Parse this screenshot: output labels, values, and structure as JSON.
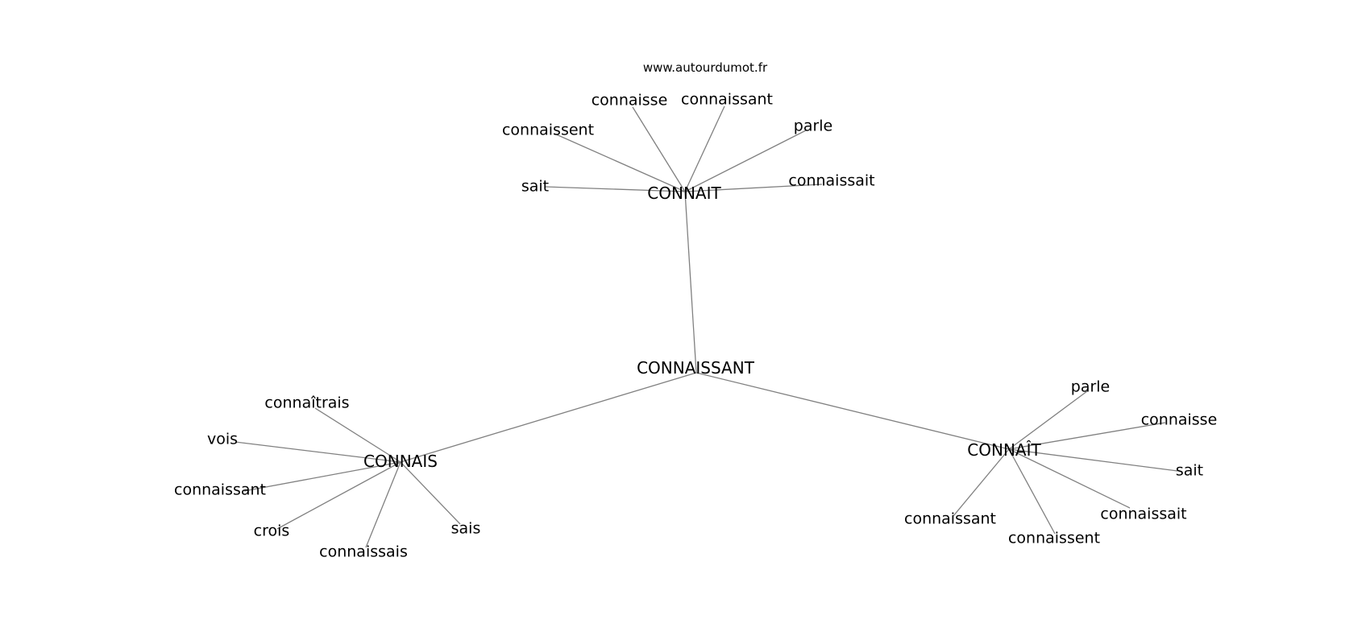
{
  "site_label": "www.autourdumot.fr",
  "center": "CONNAISSANT",
  "hubs": [
    {
      "label": "CONNAIT",
      "words": [
        "connaisse",
        "connaissant",
        "connaissent",
        "parle",
        "sait",
        "connaissait"
      ]
    },
    {
      "label": "CONNAIS",
      "words": [
        "connaîtrais",
        "vois",
        "connaissant",
        "crois",
        "connaissais",
        "sais"
      ]
    },
    {
      "label": "CONNAÎT",
      "words": [
        "parle",
        "connaisse",
        "sait",
        "connaissait",
        "connaissant",
        "connaissent"
      ]
    }
  ],
  "colors": {
    "edge": "#808080",
    "text": "#000000",
    "background": "#ffffff"
  }
}
